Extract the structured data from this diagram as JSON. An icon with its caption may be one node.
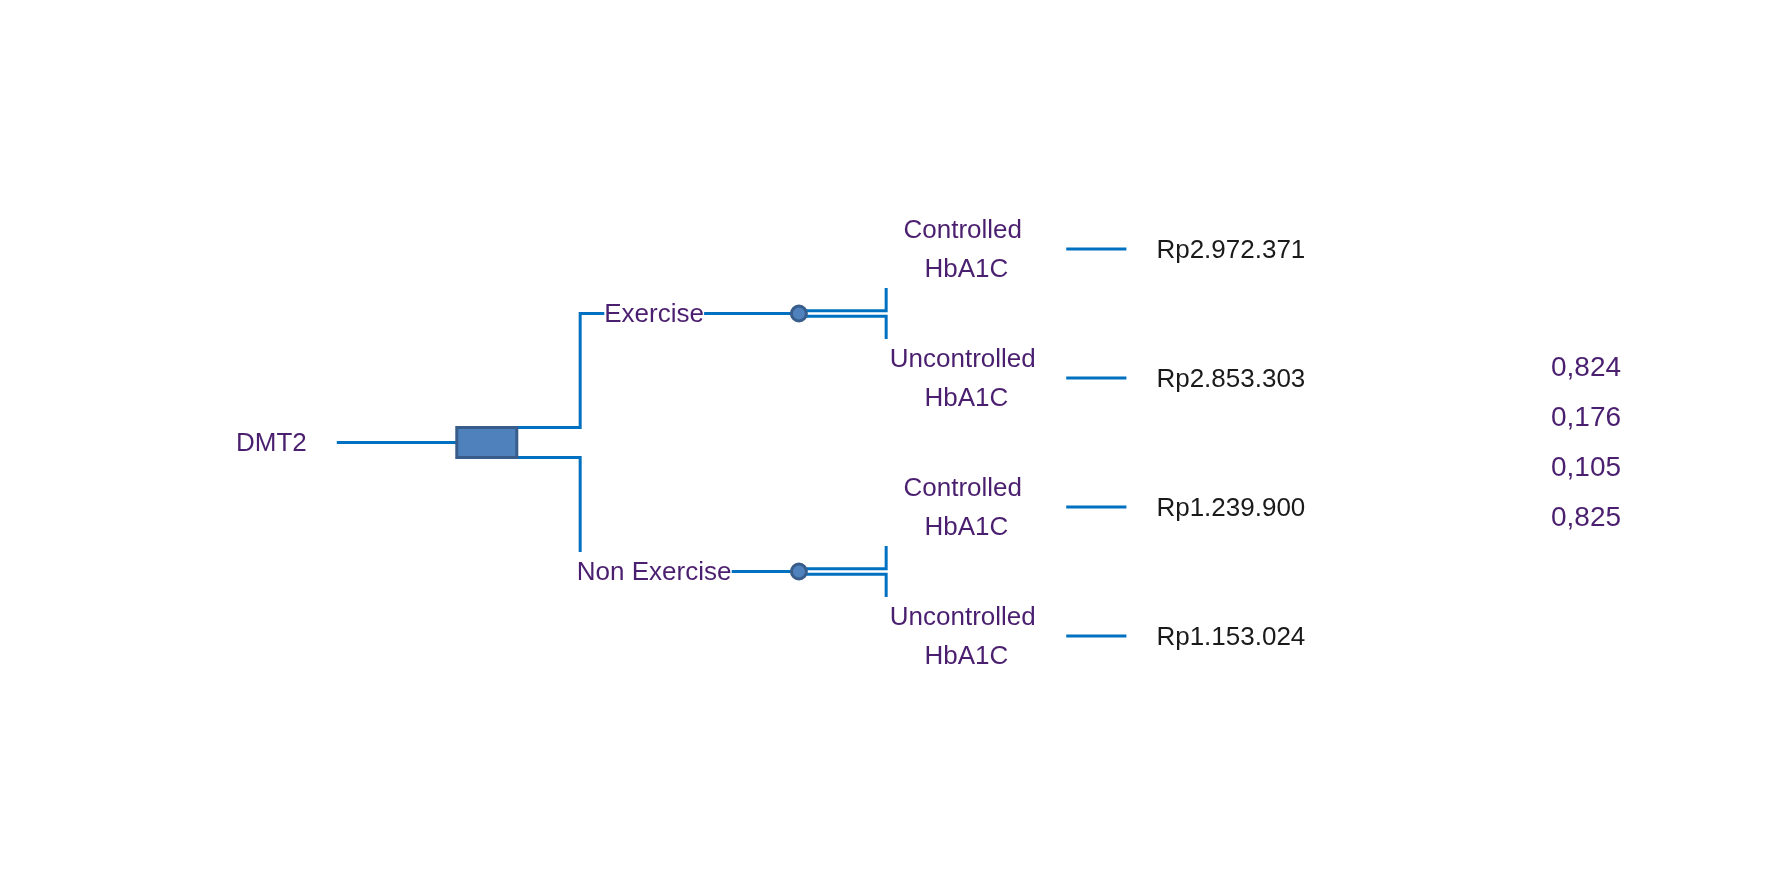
{
  "diagram": {
    "nodes": [
      {
        "text": [
          "DMT2"
        ]
      },
      {
        "text": [],
        "shape": "box"
      },
      {
        "text": [],
        "shape": "circle"
      },
      {
        "text": [],
        "shape": "circle"
      },
      {
        "text": [
          "Rp2.972.371"
        ]
      },
      {
        "text": [
          "Rp2.853.303"
        ]
      },
      {
        "text": [
          "Rp1.239.900"
        ]
      },
      {
        "text": [
          "Rp1.153.024"
        ]
      }
    ],
    "edges": [
      {
        "from": 0,
        "to": 1,
        "arrow": "none"
      },
      {
        "from": 1,
        "to": 2,
        "label": "Exercise",
        "arrow": "none"
      },
      {
        "from": 1,
        "to": 3,
        "label": "Non Exercise",
        "arrow": "none"
      },
      {
        "from": 2,
        "to": 4,
        "label": "Controlled HbA1C",
        "arrow": "none"
      },
      {
        "from": 2,
        "to": 5,
        "label": "Uncontrolled HbA1C",
        "arrow": "none"
      },
      {
        "from": 3,
        "to": 6,
        "label": "Controlled HbA1C",
        "arrow": "none"
      },
      {
        "from": 3,
        "to": 7,
        "label": "Uncontrolled HbA1C",
        "arrow": "none"
      }
    ],
    "labels": [
      "0,824",
      "0,176",
      "0,105",
      "0,825"
    ]
  }
}
